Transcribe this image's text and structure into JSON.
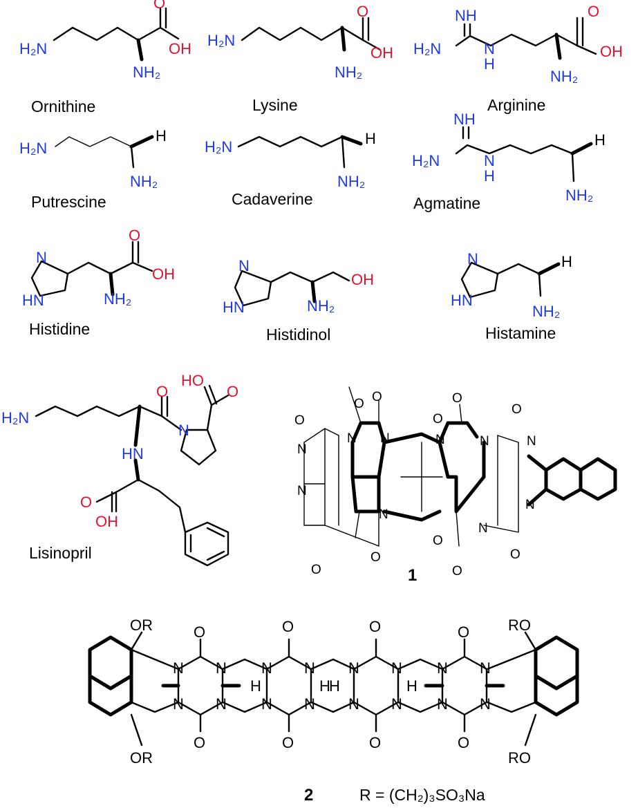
{
  "colors": {
    "nitrogen": "#1f39e6",
    "oxygen": "#e8102e",
    "carbon": "#000000"
  },
  "atoms": {
    "H2N": "H₂N",
    "NH2": "NH₂",
    "OH": "OH",
    "O": "O",
    "NH": "NH",
    "N": "N",
    "H": "H",
    "HN": "HN",
    "HHN": "H",
    "HO": "HO",
    "OR": "OR",
    "RO": "RO"
  },
  "names": {
    "ornithine": "Ornithine",
    "lysine": "Lysine",
    "arginine": "Arginine",
    "putrescine": "Putrescine",
    "cadaverine": "Cadaverine",
    "agmatine": "Agmatine",
    "histidine": "Histidine",
    "histidinol": "Histidinol",
    "histamine": "Histamine",
    "lisinopril": "Lisinopril"
  },
  "compounds": {
    "c1": "1",
    "c2": "2",
    "r_def": "R = (CH₂)₃SO₃Na"
  }
}
